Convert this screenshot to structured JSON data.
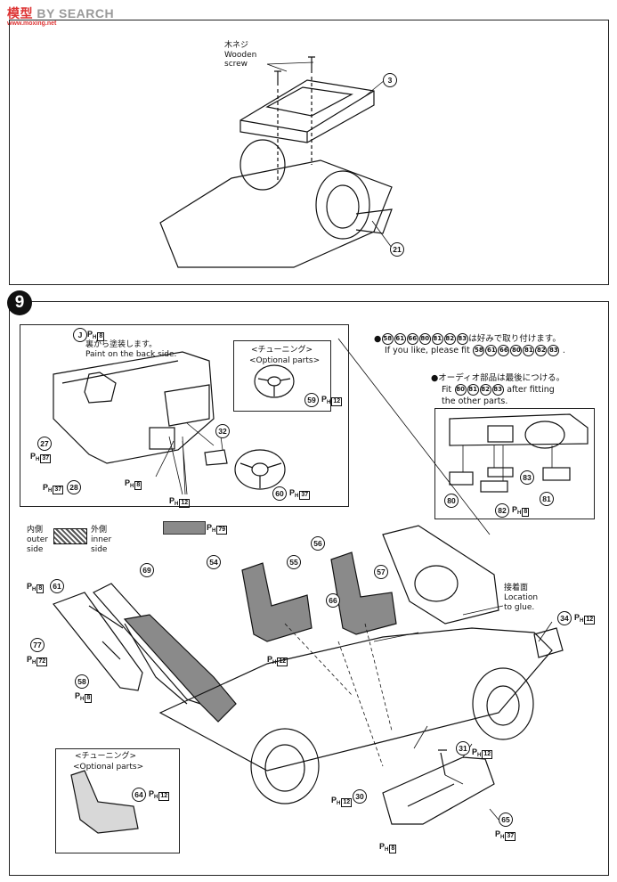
{
  "watermark": {
    "brand_a": "模",
    "brand_b": "型",
    "brand_c": "BY SEARCH",
    "site": "www.moxing.net"
  },
  "step": "9",
  "top": {
    "label_jp": "木ネジ",
    "label_en1": "Wooden",
    "label_en2": "screw",
    "n3": "3",
    "n21": "21"
  },
  "inset": {
    "j": "J",
    "j_pref": "8",
    "paint_jp": "裏から塗装します。",
    "paint_en": "Paint on the back side.",
    "opt_jp": "<チューニング>",
    "opt_en": "<Optional parts>",
    "n59": "59",
    "n59_pref": "12",
    "n32": "32",
    "n27": "27",
    "n27_pref": "37",
    "n28_pref": "37",
    "n28": "28",
    "pref8": "8",
    "pref12": "12",
    "n60": "60",
    "n60_pref": "37"
  },
  "notes": {
    "line1_nums": [
      "58",
      "61",
      "66",
      "80",
      "81",
      "82",
      "83"
    ],
    "line1_jp": "は好みで取り付けます。",
    "line2_en": "If you like, please fit",
    "line3_jp": "●オーディオ部品は最後につける。",
    "line4_a": "Fit",
    "line4_nums": [
      "80",
      "81",
      "82",
      "83"
    ],
    "line4_b": "after fitting",
    "line5": "the other parts."
  },
  "audio": {
    "n83": "83",
    "n80": "80",
    "n82": "82",
    "n82_pref": "8",
    "n81": "81"
  },
  "legend": {
    "inner_jp": "内側",
    "outer_en1": "outer",
    "outer_en2": "side",
    "outer_jp": "外側",
    "inner_en1": "inner",
    "inner_en2": "side",
    "swatch_pref": "79"
  },
  "main": {
    "n61_pref": "8",
    "n61": "61",
    "n69": "69",
    "n77": "77",
    "n77_pref": "72",
    "n58": "58",
    "n58_pref": "8",
    "n54": "54",
    "n55": "55",
    "n55_pref": "12",
    "n56": "56",
    "n57": "57",
    "n66": "66",
    "glue_jp": "接着面",
    "glue_en1": "Location",
    "glue_en2": "to glue.",
    "n34": "34",
    "n34_pref": "12",
    "n31": "31",
    "n31_pref": "12",
    "n30": "30",
    "n30_pref": "12",
    "n65": "65",
    "n65_pref": "37",
    "bottom_pref": "8",
    "opt_jp": "<チューニング>",
    "opt_en": "<Optional parts>",
    "n64": "64",
    "n64_pref": "12"
  }
}
